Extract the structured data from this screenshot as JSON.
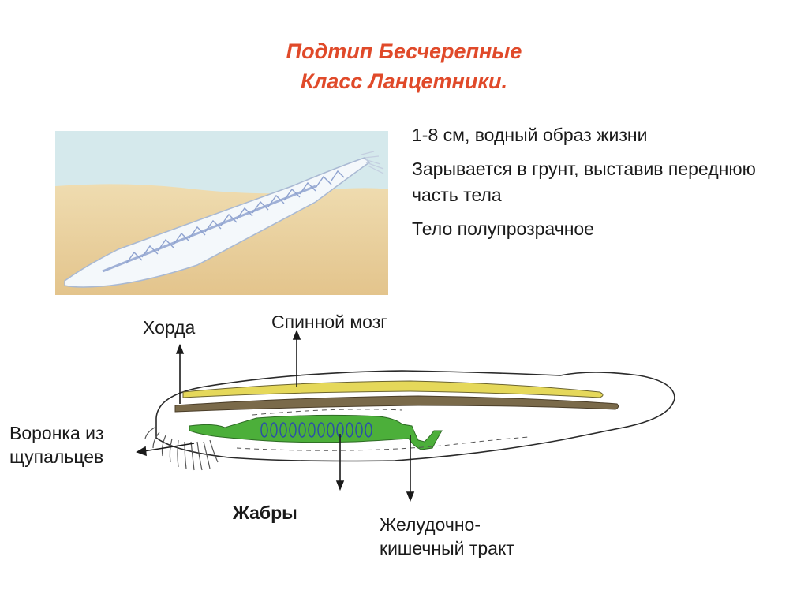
{
  "title": {
    "line1": "Подтип Бесчерепные",
    "line2": "Класс Ланцетники."
  },
  "facts": [
    "1-8 см, водный образ жизни",
    "Зарывается в грунт, выставив переднюю часть тела",
    "Тело полупрозрачное"
  ],
  "labels": {
    "chorda": "Хорда",
    "spinal_cord": "Спинной мозг",
    "funnel_line1": "Воронка из",
    "funnel_line2": "щупальцев",
    "gills": "Жабры",
    "gut_line1": "Желудочно-",
    "gut_line2": "кишечный тракт"
  },
  "colors": {
    "title": "#e04a2a",
    "spinal_cord": "#e5d85a",
    "chorda": "#7a6a4a",
    "gut": "#4caf3a",
    "sand": "#e8cf9c",
    "water": "#cfe6ea"
  }
}
